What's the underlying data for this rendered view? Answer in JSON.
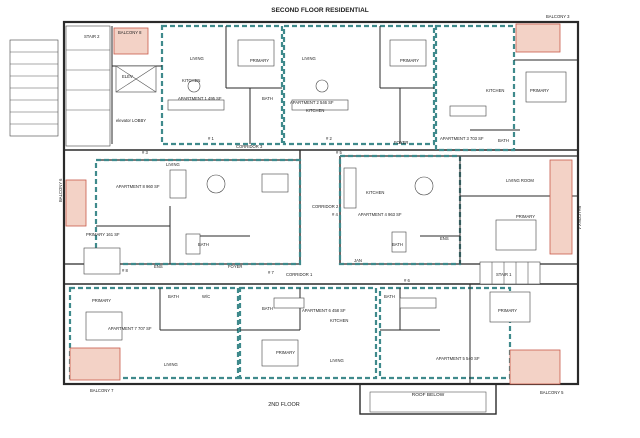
{
  "title": "SECOND FLOOR RESIDENTIAL",
  "footer": "2ND FLOOR",
  "roof": "ROOF BELOW",
  "colors": {
    "wall": "#2a2a2a",
    "unit_border": "#3f8a8c",
    "balcony_fill": "#f3d2c6",
    "balcony_stroke": "#c85a4a"
  },
  "balconies": [
    "BALCONY 3",
    "BALCONY 4",
    "BALCONY 5",
    "BALCONY 6",
    "BALCONY 7",
    "BALCONY 8"
  ],
  "stairs": [
    "STAIR 2",
    "STAIR 1"
  ],
  "core": [
    "ELEV",
    "elevator LOBBY"
  ],
  "corridors": [
    "CORRIDOR 1",
    "CORRIDOR 2",
    "CORRIDOR 3"
  ],
  "apartments": [
    "APARTMENT 1 495 SF",
    "APARTMENT 2 546 SF",
    "APARTMENT 3 703 SF",
    "APARTMENT 4 963 SF",
    "APARTMENT 5 540 SF",
    "APARTMENT 6 458 SF",
    "APARTMENT 7 707 SF",
    "APARTMENT 8 960 SF"
  ],
  "rooms": {
    "living": "LIVING",
    "living_room": "LIVING ROOM",
    "primary": "PRIMARY",
    "primary_sf": "PRIMARY 161 SF",
    "kitchen": "KITCHEN",
    "bath": "BATH",
    "foyer": "FOYER",
    "ens": "ENS",
    "wic": "W/C",
    "jan": "JAN"
  },
  "markers": [
    "# 1",
    "# 2",
    "# 3",
    "# 4",
    "# 5",
    "# 6",
    "# 7",
    "# 8"
  ]
}
